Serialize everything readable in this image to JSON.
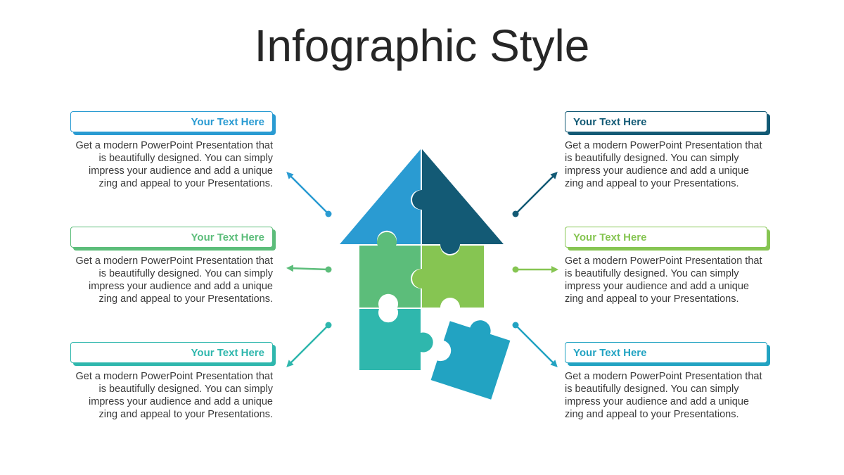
{
  "title": "Infographic Style",
  "colors": {
    "blue": "#2a9bd2",
    "navy": "#135a75",
    "green": "#5cbd7a",
    "lime": "#86c552",
    "teal": "#2fb7ad",
    "cyan": "#22a3c2"
  },
  "cards": [
    {
      "label": "Your Text  Here",
      "body": "Get a modern PowerPoint  Presentation that is beautifully designed. You can simply impress your audience and add a unique zing and appeal to your Presentations."
    },
    {
      "label": "Your Text  Here",
      "body": "Get a modern PowerPoint  Presentation that is beautifully designed. You can simply impress your audience and add a unique zing and appeal to your Presentations."
    },
    {
      "label": "Your Text  Here",
      "body": "Get a modern PowerPoint  Presentation that is beautifully designed. You can simply impress your audience and add a unique zing and appeal to your Presentations."
    },
    {
      "label": "Your Text  Here",
      "body": "Get a modern PowerPoint  Presentation that is beautifully designed. You can simply impress your audience and add a unique zing and appeal to your Presentations."
    },
    {
      "label": "Your Text  Here",
      "body": "Get a modern PowerPoint  Presentation that is beautifully designed. You can simply impress your audience and add a unique zing and appeal to your Presentations."
    },
    {
      "label": "Your Text  Here",
      "body": "Get a modern PowerPoint  Presentation that is beautifully designed. You can simply impress your audience and add a unique zing and appeal to your Presentations."
    }
  ]
}
